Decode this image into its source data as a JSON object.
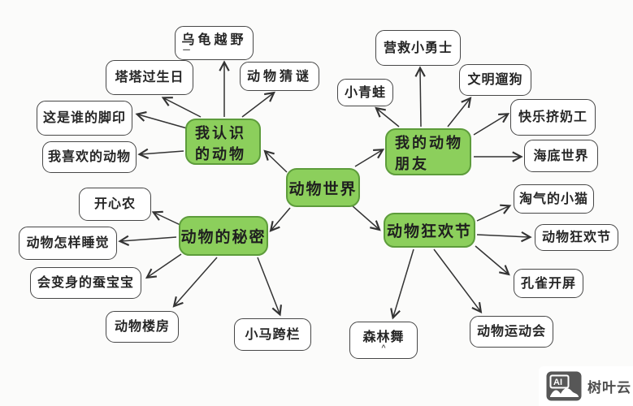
{
  "center": {
    "label": "动物世界"
  },
  "branches": [
    {
      "label": "我认识的动物",
      "children": [
        {
          "label": "乌龟越野",
          "sub": "一"
        },
        {
          "label": "塔塔过生日"
        },
        {
          "label": "动物猜谜"
        },
        {
          "label": "这是谁的脚印"
        },
        {
          "label": "我喜欢的动物"
        }
      ]
    },
    {
      "label": "我的动物朋友",
      "children": [
        {
          "label": "小青蛙"
        },
        {
          "label": "营救小勇士"
        },
        {
          "label": "文明遛狗"
        },
        {
          "label": "快乐挤奶工"
        },
        {
          "label": "海底世界"
        }
      ]
    },
    {
      "label": "动物的秘密",
      "children": [
        {
          "label": "开心农"
        },
        {
          "label": "动物怎样睡觉"
        },
        {
          "label": "会变身的蚕宝宝"
        },
        {
          "label": "动物楼房"
        },
        {
          "label": "小马跨栏"
        }
      ]
    },
    {
      "label": "动物狂欢节",
      "children": [
        {
          "label": "淘气的小猫"
        },
        {
          "label": "动物狂欢节"
        },
        {
          "label": "孔雀开屏"
        },
        {
          "label": "动物运动会"
        },
        {
          "label": "森林舞",
          "sub": "^"
        }
      ]
    }
  ],
  "watermark": {
    "icon_text": "AI",
    "text": "树叶云"
  },
  "colors": {
    "background": "#fbfbfa",
    "branch_fill": "#8ccf5c",
    "branch_border": "#5d9c3b",
    "leaf_fill": "#ffffff",
    "leaf_border": "#474747",
    "arrow": "#333333",
    "watermark_gray": "#4e4e4e"
  }
}
